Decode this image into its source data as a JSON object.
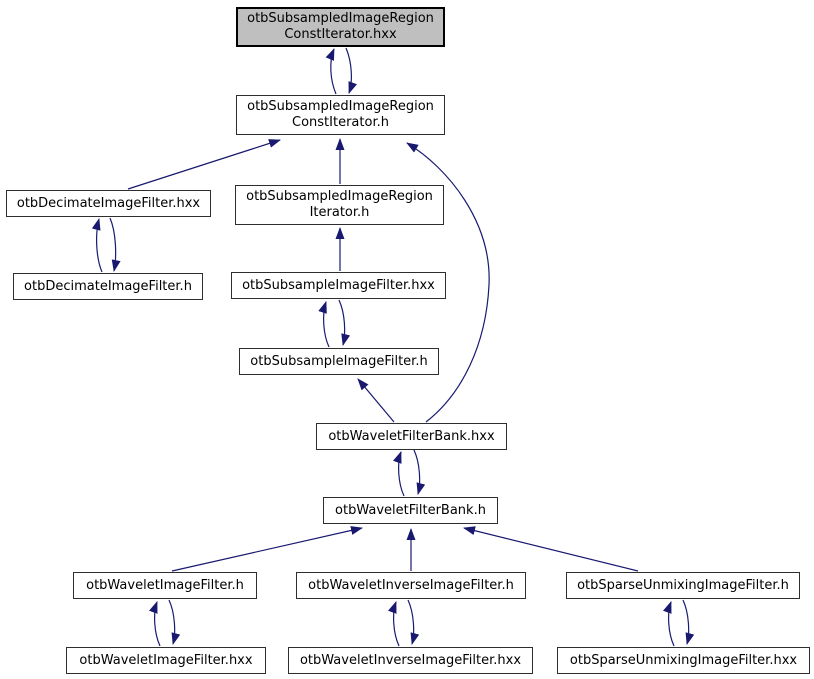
{
  "diagram": {
    "type": "include-dependency-graph",
    "nodes": [
      {
        "id": "n1",
        "label": "otbSubsampledImageRegion ConstIterator.hxx",
        "current": true
      },
      {
        "id": "n2",
        "label": "otbSubsampledImageRegion ConstIterator.h",
        "current": false
      },
      {
        "id": "n3",
        "label": "otbDecimateImageFilter.hxx",
        "current": false
      },
      {
        "id": "n4",
        "label": "otbDecimateImageFilter.h",
        "current": false
      },
      {
        "id": "n5",
        "label": "otbSubsampledImageRegion Iterator.h",
        "current": false
      },
      {
        "id": "n6",
        "label": "otbSubsampleImageFilter.hxx",
        "current": false
      },
      {
        "id": "n7",
        "label": "otbSubsampleImageFilter.h",
        "current": false
      },
      {
        "id": "n8",
        "label": "otbWaveletFilterBank.hxx",
        "current": false
      },
      {
        "id": "n9",
        "label": "otbWaveletFilterBank.h",
        "current": false
      },
      {
        "id": "n10",
        "label": "otbWaveletImageFilter.h",
        "current": false
      },
      {
        "id": "n11",
        "label": "otbWaveletInverseImageFilter.h",
        "current": false
      },
      {
        "id": "n12",
        "label": "otbSparseUnmixingImageFilter.h",
        "current": false
      },
      {
        "id": "n13",
        "label": "otbWaveletImageFilter.hxx",
        "current": false
      },
      {
        "id": "n14",
        "label": "otbWaveletInverseImageFilter.hxx",
        "current": false
      },
      {
        "id": "n15",
        "label": "otbSparseUnmixingImageFilter.hxx",
        "current": false
      }
    ],
    "edges": [
      {
        "from": "n2",
        "to": "n1"
      },
      {
        "from": "n1",
        "to": "n2"
      },
      {
        "from": "n3",
        "to": "n2"
      },
      {
        "from": "n4",
        "to": "n3"
      },
      {
        "from": "n3",
        "to": "n4"
      },
      {
        "from": "n5",
        "to": "n2"
      },
      {
        "from": "n8",
        "to": "n2"
      },
      {
        "from": "n6",
        "to": "n5"
      },
      {
        "from": "n7",
        "to": "n6"
      },
      {
        "from": "n6",
        "to": "n7"
      },
      {
        "from": "n8",
        "to": "n7"
      },
      {
        "from": "n9",
        "to": "n8"
      },
      {
        "from": "n8",
        "to": "n9"
      },
      {
        "from": "n10",
        "to": "n9"
      },
      {
        "from": "n11",
        "to": "n9"
      },
      {
        "from": "n12",
        "to": "n9"
      },
      {
        "from": "n13",
        "to": "n10"
      },
      {
        "from": "n10",
        "to": "n13"
      },
      {
        "from": "n14",
        "to": "n11"
      },
      {
        "from": "n11",
        "to": "n14"
      },
      {
        "from": "n15",
        "to": "n12"
      },
      {
        "from": "n12",
        "to": "n15"
      }
    ],
    "colors": {
      "edge": "#191970",
      "current_node_fill": "#bfbfbf",
      "node_fill": "#ffffff",
      "node_border": "#2e2e2e",
      "background": "#ffffff"
    }
  }
}
